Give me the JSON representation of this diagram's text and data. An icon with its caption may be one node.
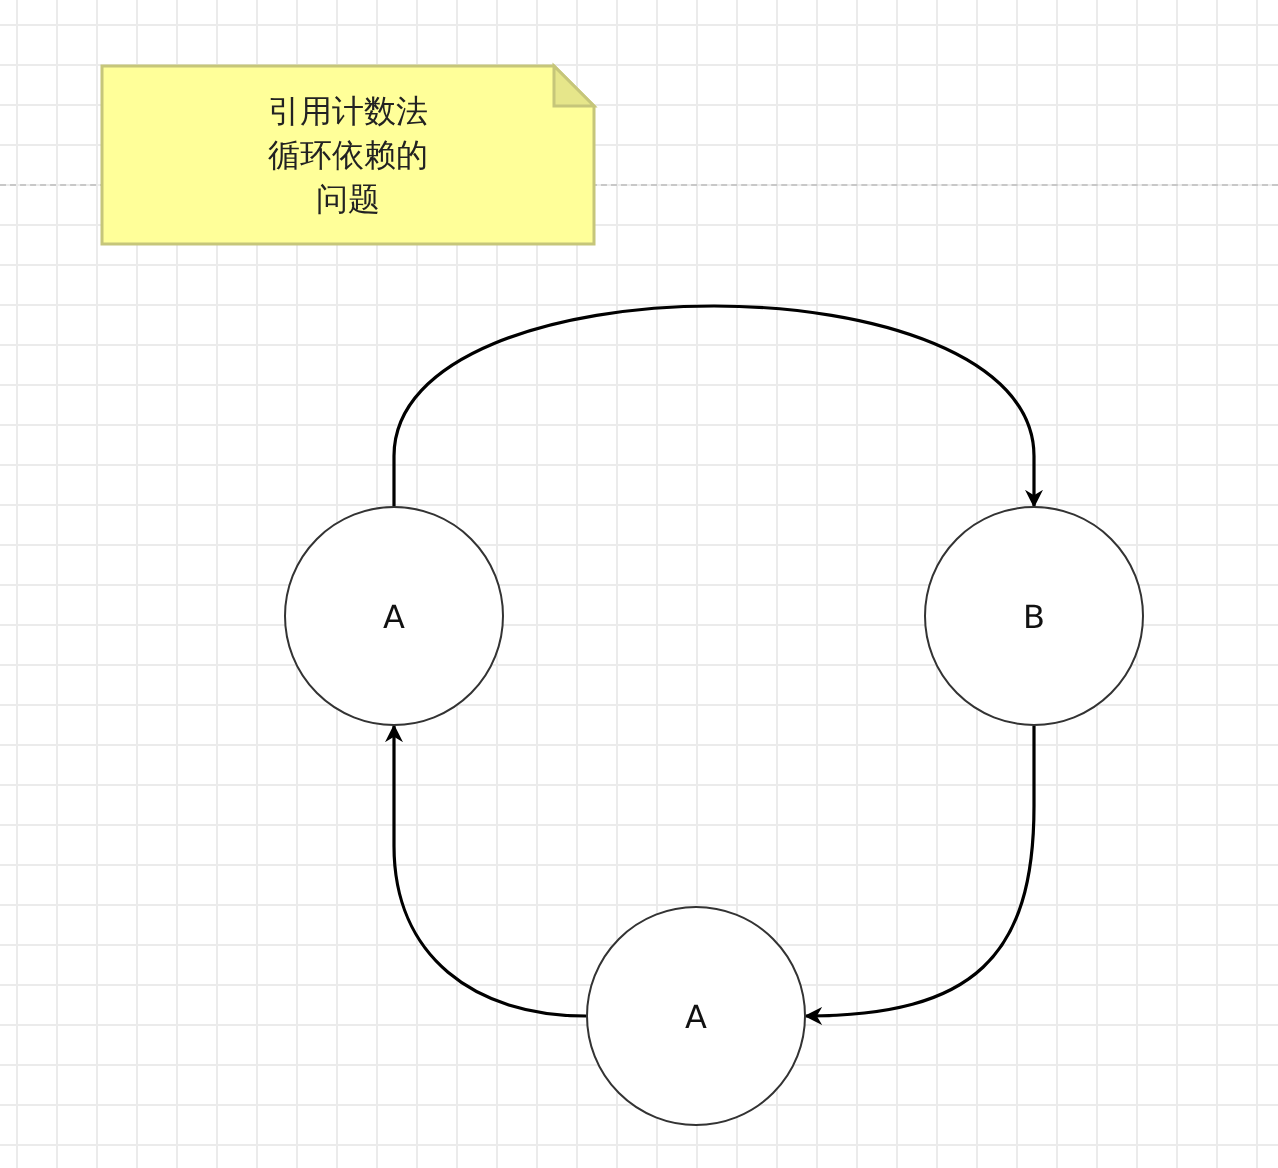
{
  "diagram": {
    "nodes": [
      {
        "text": [
          "引用计数法循环依赖的问题"
        ]
      },
      {
        "text": [
          "A"
        ]
      },
      {
        "text": [
          "B"
        ]
      },
      {
        "text": [
          "A"
        ]
      }
    ],
    "edges": [
      {
        "from": 1,
        "to": 2,
        "arrow": "to"
      },
      {
        "from": 2,
        "to": 3,
        "arrow": "to"
      },
      {
        "from": 3,
        "to": 1,
        "arrow": "to"
      }
    ]
  }
}
